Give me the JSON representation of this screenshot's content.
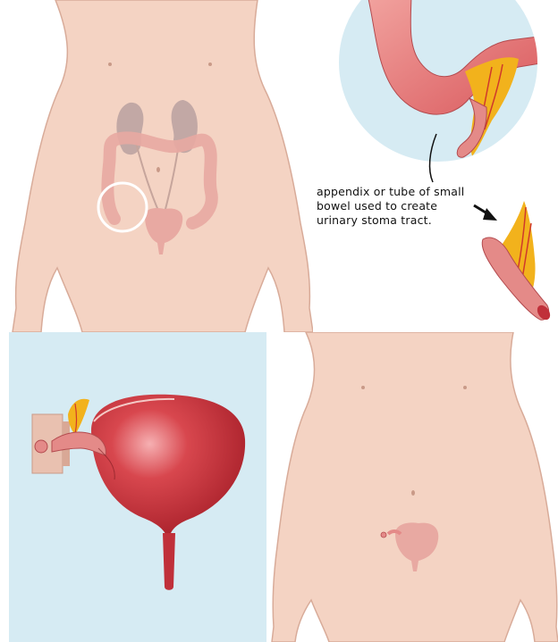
{
  "annotation": {
    "lines": [
      "appendix or tube of small",
      "bowel used to create",
      "urinary stoma  tract."
    ]
  },
  "colors": {
    "skin": "#f4d3c3",
    "skin_outline": "#d8ab99",
    "colon": "#e8a9a2",
    "kidney": "#b8a0a0",
    "bladder": "#c0303a",
    "bladder_highlight": "#ee8a8e",
    "fat": "#f2b21c",
    "vessel": "#d0392b",
    "inset_bg": "#d6ebf3",
    "highlight_ring": "#ffffff",
    "arrow": "#111111"
  },
  "icons": [
    "arrow-pointer-icon",
    "highlight-ring-icon"
  ]
}
